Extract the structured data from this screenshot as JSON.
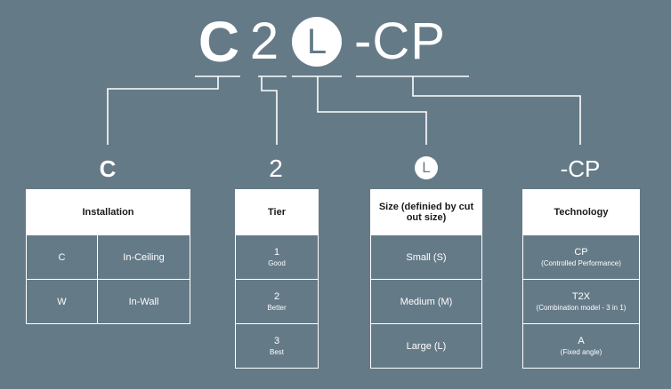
{
  "title": {
    "part_c": "C",
    "part_2": "2",
    "part_l": "L",
    "part_cp": "-CP"
  },
  "columns": [
    {
      "label": "C",
      "header": "Installation",
      "rows": [
        {
          "code": "C",
          "desc": "In-Ceiling"
        },
        {
          "code": "W",
          "desc": "In-Wall"
        }
      ]
    },
    {
      "label": "2",
      "header": "Tier",
      "rows": [
        {
          "main": "1",
          "sub": "Good"
        },
        {
          "main": "2",
          "sub": "Better"
        },
        {
          "main": "3",
          "sub": "Best"
        }
      ]
    },
    {
      "label": "L",
      "header": "Size (definied by cut out size)",
      "rows": [
        {
          "main": "Small (S)"
        },
        {
          "main": "Medium (M)"
        },
        {
          "main": "Large (L)"
        }
      ]
    },
    {
      "label": "-CP",
      "header": "Technology",
      "rows": [
        {
          "main": "CP",
          "sub": "(Controlled Performance)"
        },
        {
          "main": "T2X",
          "sub": "(Combination model - 3 in 1)"
        },
        {
          "main": "A",
          "sub": "(Fixed angle)"
        }
      ]
    }
  ],
  "colors": {
    "background": "#657a87",
    "line": "#ffffff",
    "header_fill": "#ffffff",
    "header_text": "#1a1a1a"
  }
}
